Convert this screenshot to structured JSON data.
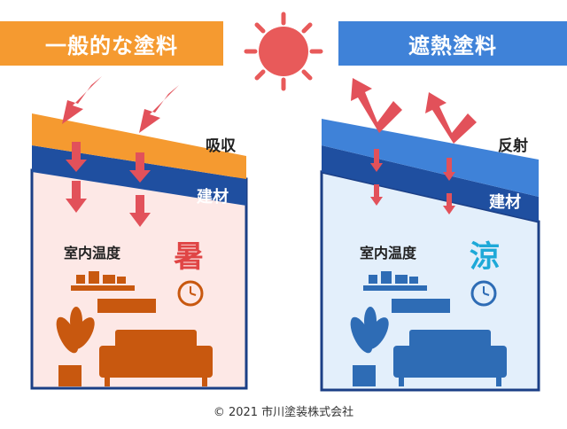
{
  "left": {
    "banner": "一般的な塗料",
    "roof_label": "吸収",
    "material_label": "建材",
    "room_temp_label": "室内温度",
    "room_temp_value": "暑",
    "roof_color": "#f59a30",
    "material_color": "#1f4fa0",
    "room_bg": "#fde8e6",
    "furniture_color": "#c8580f",
    "value_color": "#e04545"
  },
  "right": {
    "banner": "遮熱塗料",
    "roof_label": "反射",
    "material_label": "建材",
    "room_temp_label": "室内温度",
    "room_temp_value": "涼",
    "roof_color": "#3f82d8",
    "material_color": "#1f4fa0",
    "room_bg": "#e3effb",
    "furniture_color": "#2e6cb5",
    "value_color": "#1ea9d8"
  },
  "sun_color": "#e85a5a",
  "arrow_color": "#e2515a",
  "copyright": "© 2021 市川塗装株式会社"
}
